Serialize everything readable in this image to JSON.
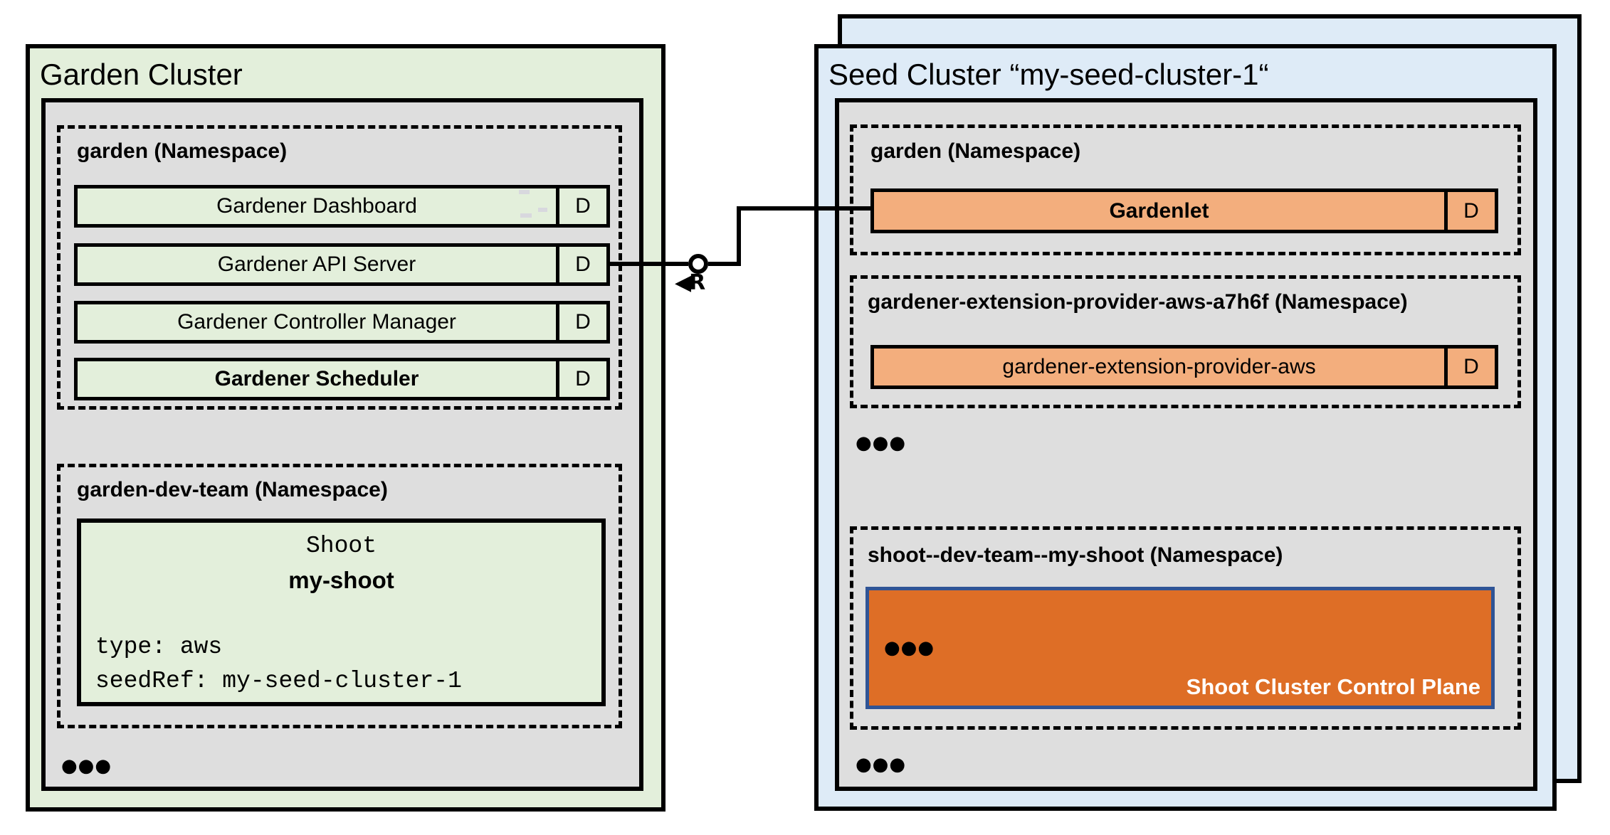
{
  "colors": {
    "garden_green_bg": "#E3EFDB",
    "namespace_gray_bg": "#DEDEDE",
    "seed_blue_bg": "#DEEBF7",
    "component_orange_light": "#F3AE7D",
    "control_plane_orange": "#DE6E26",
    "control_plane_border_blue": "#2F5496",
    "line_black": "#000000"
  },
  "garden_cluster": {
    "title": "Garden Cluster",
    "garden_namespace": {
      "label": "garden (Namespace)",
      "rows": [
        {
          "label": "Gardener Dashboard",
          "badge": "D"
        },
        {
          "label": "Gardener API Server",
          "badge": "D"
        },
        {
          "label": "Gardener Controller Manager",
          "badge": "D"
        },
        {
          "label": "Gardener Scheduler",
          "badge": "D"
        }
      ]
    },
    "dev_team_namespace": {
      "label": "garden-dev-team (Namespace)",
      "shoot": {
        "kind": "Shoot",
        "name": "my-shoot",
        "spec_lines": [
          "type: aws",
          "seedRef: my-seed-cluster-1"
        ]
      }
    },
    "ellipsis": "●●●"
  },
  "connector": {
    "marker": "◀R"
  },
  "seed_cluster": {
    "title": "Seed Cluster “my-seed-cluster-1“",
    "garden_namespace": {
      "label": "garden (Namespace)",
      "row": {
        "label": "Gardenlet",
        "badge": "D"
      }
    },
    "extension_namespace": {
      "label": "gardener-extension-provider-aws-a7h6f (Namespace)",
      "row": {
        "label": "gardener-extension-provider-aws",
        "badge": "D"
      }
    },
    "ellipsis_mid": "●●●",
    "shoot_namespace": {
      "label": "shoot--dev-team--my-shoot (Namespace)",
      "control_plane": {
        "ellipsis": "●●●",
        "label": "Shoot Cluster Control Plane"
      }
    },
    "ellipsis_bottom": "●●●"
  }
}
